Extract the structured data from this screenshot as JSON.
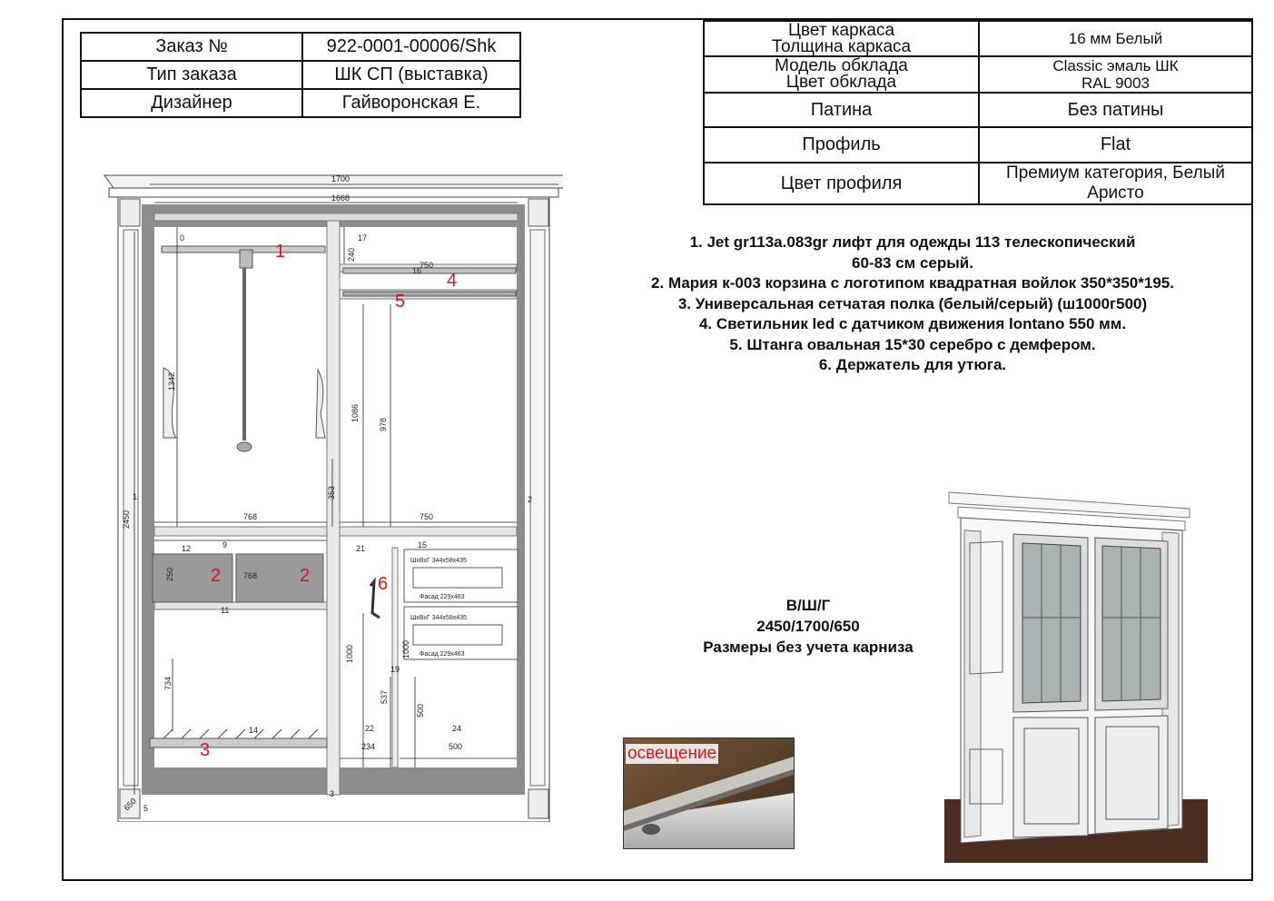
{
  "order": {
    "rows": [
      {
        "label": "Заказ №",
        "value": "922-0001-00006/Shk"
      },
      {
        "label": "Тип заказа",
        "value": "ШК СП (выставка)"
      },
      {
        "label": "Дизайнер",
        "value": "Гайворонская Е."
      }
    ]
  },
  "spec": {
    "frame_color_label": "Цвет каркаса",
    "frame_thickness_label": "Толщина каркаса",
    "frame_value": "16 мм Белый",
    "cladding_model_label": "Модель обклада",
    "cladding_color_label": "Цвет обклада",
    "cladding_model_value": "Classic эмаль ШК",
    "cladding_color_value": "RAL 9003",
    "patina_label": "Патина",
    "patina_value": "Без патины",
    "profile_label": "Профиль",
    "profile_value": "Flat",
    "profile_color_label": "Цвет профиля",
    "profile_color_value": "Премиум категория, Белый Аристо"
  },
  "notes": [
    "1. Jet gr113a.083gr лифт для одежды 113 телескопический",
    "60-83 см серый.",
    "2. Мария к-003 корзина с логотипом квадратная войлок 350*350*195.",
    "3. Универсальная сетчатая полка (белый/серый) (ш1000г500)",
    "4. Светильник led с датчиком движения lontano 550 мм.",
    "5. Штанга овальная 15*30 серебро с демфером.",
    "6. Держатель для утюга."
  ],
  "dimensions": {
    "header": "В/Ш/Г",
    "values": "2450/1700/650",
    "note": "Размеры без учета карниза"
  },
  "photo_label": "освещение",
  "drawing": {
    "labels": {
      "w_total": "1700",
      "w_inner": "1668",
      "h_total": "2450",
      "l1": "1",
      "l2a": "2",
      "l2b": "2",
      "l3": "3",
      "l4": "4",
      "l5": "5",
      "l6": "6",
      "d0": "0",
      "d17": "17",
      "d240": "240",
      "d750a": "750",
      "d16": "16",
      "d1342": "1342",
      "d1086": "1086",
      "d978": "978",
      "d353": "353",
      "d768a": "768",
      "d750b": "750",
      "d9": "9",
      "d21": "21",
      "d15": "15",
      "d12": "12",
      "d250": "250",
      "d768b": "768",
      "d11": "11",
      "d1000a": "1000",
      "d1000b": "1000",
      "d19": "19",
      "d734": "734",
      "d537": "537",
      "d500a": "500",
      "d22": "22",
      "d24": "24",
      "d234": "234",
      "d500b": "500",
      "d14": "14",
      "d650": "650",
      "d5": "5",
      "d3": "3",
      "d1": "1",
      "d2": "2",
      "drawer_size1": "ШхВхГ 344х58х435",
      "drawer_facade1": "Фасад 229х463",
      "drawer_size2": "ШхВхГ 344х58х435",
      "drawer_facade2": "Фасад 229х463"
    }
  }
}
